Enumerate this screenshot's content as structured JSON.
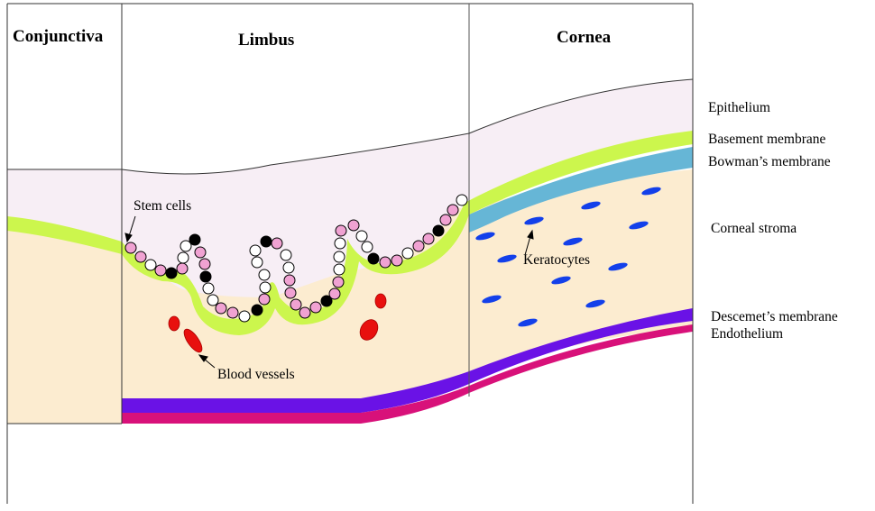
{
  "regions": {
    "conjunctiva": "Conjunctiva",
    "limbus": "Limbus",
    "cornea": "Cornea"
  },
  "layers": {
    "epithelium": "Epithelium",
    "basement_membrane": "Basement membrane",
    "bowmans_membrane": "Bowman’s membrane",
    "corneal_stroma": "Corneal stroma",
    "descemets_membrane": "Descemet’s membrane",
    "endothelium": "Endothelium"
  },
  "annotations": {
    "stem_cells": "Stem cells",
    "keratocytes": "Keratocytes",
    "blood_vessels": "Blood vessels"
  },
  "colors": {
    "epithelium": "#f7eef5",
    "basement_membrane": "#ccf64d",
    "bowmans_membrane": "#66b6d6",
    "stroma": "#fcecd0",
    "descemets_membrane": "#6a12e6",
    "endothelium": "#d8117a",
    "keratocyte": "#1340ea",
    "blood_vessel": "#e8100e",
    "stem_cell_pink": "#f0a2d2",
    "stem_cell_black": "#000000",
    "stem_cell_white": "#ffffff"
  }
}
